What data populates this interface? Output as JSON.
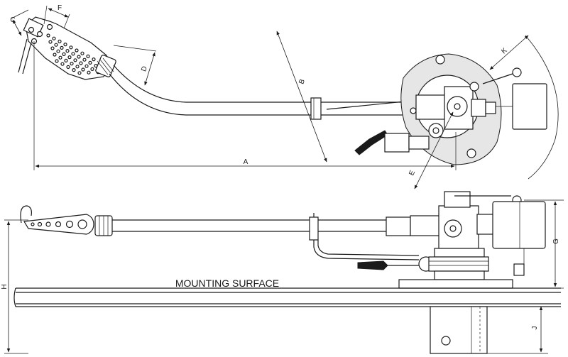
{
  "labels": {
    "a": "A",
    "b": "B",
    "c": "C",
    "d": "D",
    "e": "E",
    "f": "F",
    "g": "G",
    "h": "H",
    "j": "J",
    "k": "K",
    "mounting_surface": "MOUNTING SURFACE"
  }
}
